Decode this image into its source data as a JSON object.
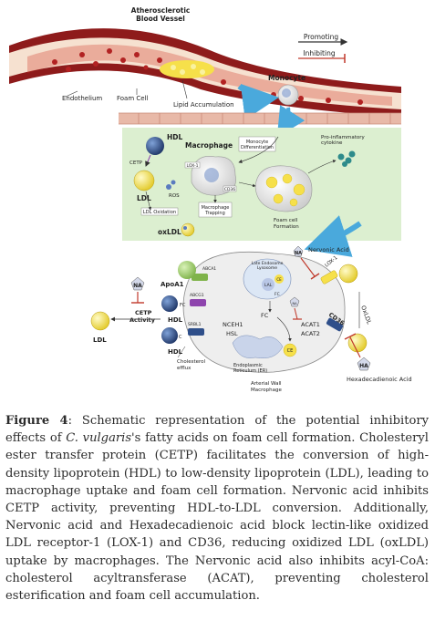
{
  "figure": {
    "vessel_label": "Atherosclerotic\nBlood Vessel",
    "endothelium": "Endothelium",
    "foam_cell": "Foam Cell",
    "lipid_accumulation": "Lipid Accumulation",
    "legend_promoting": "Promoting",
    "legend_inhibiting": "Inhibiting",
    "monocyte": "Monocyte",
    "macrophage": "Macrophage",
    "monocyte_differentiation": "Monocyte\nDifferentiation",
    "pro_inflammatory": "Pro-inflammatory\ncytokine",
    "hdl": "HDL",
    "cetp_small": "CETP",
    "lox1_small": "LOX-1",
    "cd36_small": "CD36",
    "ros": "ROS",
    "ldl": "LDL",
    "ldl_oxidation": "LDL Oxidation",
    "macrophage_trapping": "Macrophage\nTrapping",
    "oxldl": "oxLDL",
    "foam_cell_formation": "Foam cell\nFormation",
    "na": "NA",
    "nervonic_acid": "Nervonic Acid",
    "lox1": "LOX-1",
    "oxldl_rot": "OxLDL",
    "cd36": "CD36",
    "ha": "HA",
    "hexadecadienoic_acid": "Hexadecadienoic Acid",
    "late_endosome": "Late Endosome\nLysosome",
    "lal": "LAL",
    "ce": "CE",
    "fc": "FC",
    "apoa1": "ApoA1",
    "abca1": "ABCA1",
    "abcg1": "ABCG1",
    "srbl": "SRBL1",
    "cetp_activity": "CETP\nActivity",
    "nceh1": "NCEH1",
    "hsl": "HSL",
    "acat1": "ACAT1",
    "acat2": "ACAT2",
    "er": "Endoplasmic\nReticulum (ER)",
    "cholesterol_efflux": "Cholesterol\nefflux",
    "arterial_wall": "Arterial Wall\nMacrophage"
  },
  "caption": {
    "label": "Figure 4",
    "text_a": ":   Schematic representation of the potential inhibitory effects of ",
    "species": "C. vulgaris",
    "text_b": "'s fatty acids on foam cell formation. Cholesteryl ester transfer protein (CETP) facilitates the conversion of high-density lipoprotein (HDL) to low-density lipoprotein (LDL), leading to macrophage uptake and foam cell formation. Nervonic acid inhibits CETP activity, preventing HDL-to-LDL conversion. Additionally, Nervonic acid and Hexadecadienoic acid block lectin-like oxidized LDL receptor-1 (LOX-1) and CD36, reducing oxidized LDL (oxLDL) uptake by macrophages. The Nervonic acid also inhibits acyl-CoA: cholesterol acyltransferase (ACAT), preventing cholesterol esterification and foam cell accumulation."
  },
  "colors": {
    "vessel": "#c0392b",
    "green_panel": "#dff2d5",
    "cell": "#f2f2f2",
    "lipid": "#f6e04a",
    "hdl": "#2f4f8a",
    "arrow_blue": "#4aa9dc",
    "inhibit": "#c0392b"
  }
}
